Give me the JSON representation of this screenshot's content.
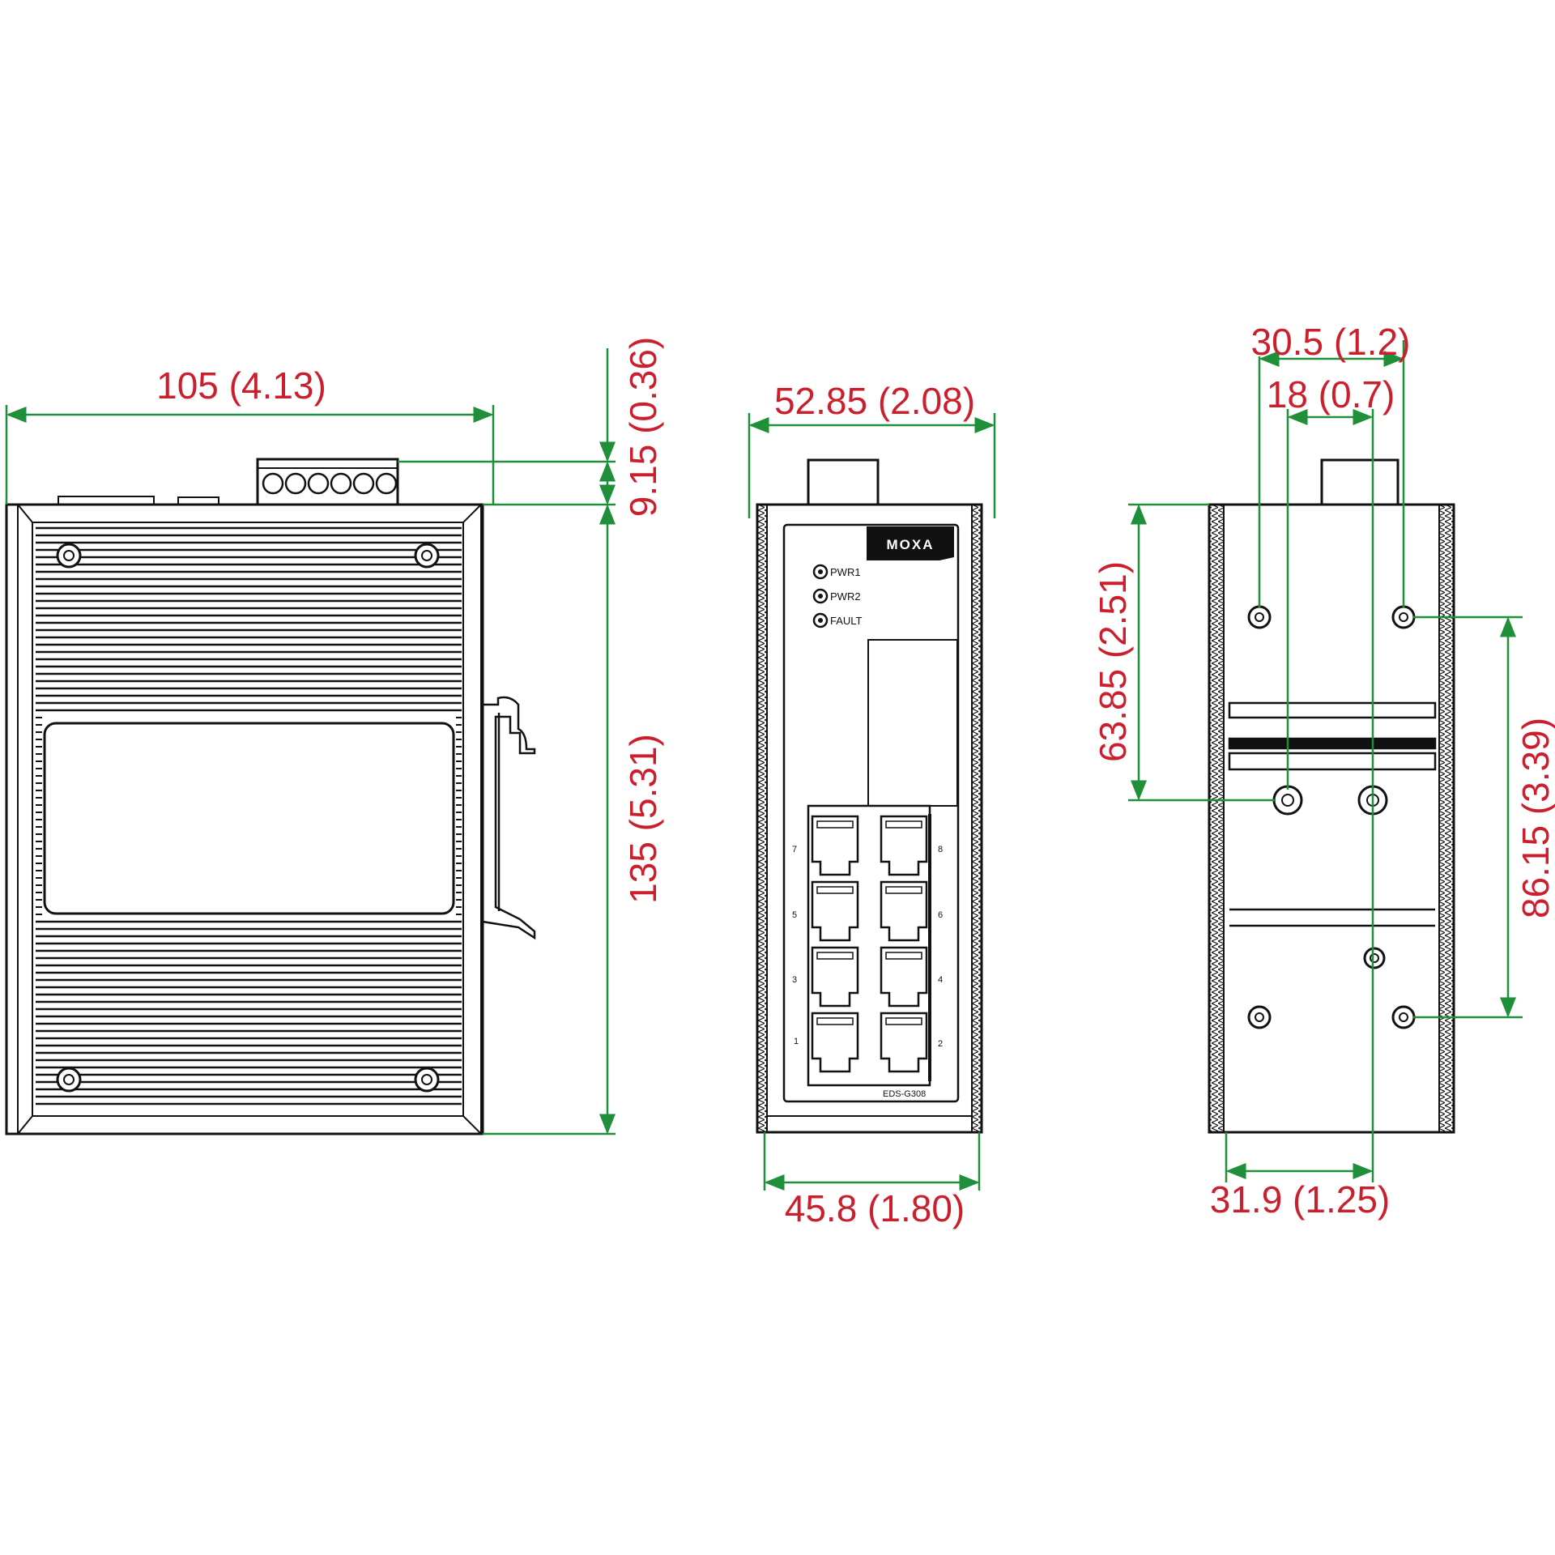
{
  "colors": {
    "dimension_line": "#1f8f3a",
    "dimension_text": "#cc1f2e",
    "outline": "#111111",
    "background": "#ffffff"
  },
  "dimensions": {
    "top_width": "105 (4.13)",
    "connector_height": "9.15 (0.36)",
    "body_height": "135 (5.31)",
    "front_width_top": "52.85 (2.08)",
    "front_width_bottom": "45.8 (1.80)",
    "rear_width_outer": "30.5 (1.2)",
    "rear_width_inner": "18 (0.7)",
    "rear_height_left": "63.85 (2.51)",
    "rear_height_right": "86.15 (3.39)",
    "rear_width_bottom": "31.9 (1.25)"
  },
  "front_panel": {
    "logo": "MOXA",
    "leds": [
      "PWR1",
      "PWR2",
      "FAULT"
    ],
    "port_numbers_left": [
      "7",
      "5",
      "3",
      "1"
    ],
    "port_numbers_right": [
      "8",
      "6",
      "4",
      "2"
    ],
    "model": "EDS-G308"
  },
  "icons": {
    "screw": "screw-icon",
    "rj45_port": "rj45-port-icon",
    "led": "led-indicator-icon",
    "terminal_block": "terminal-block-icon",
    "din_clip": "din-rail-clip-icon"
  }
}
